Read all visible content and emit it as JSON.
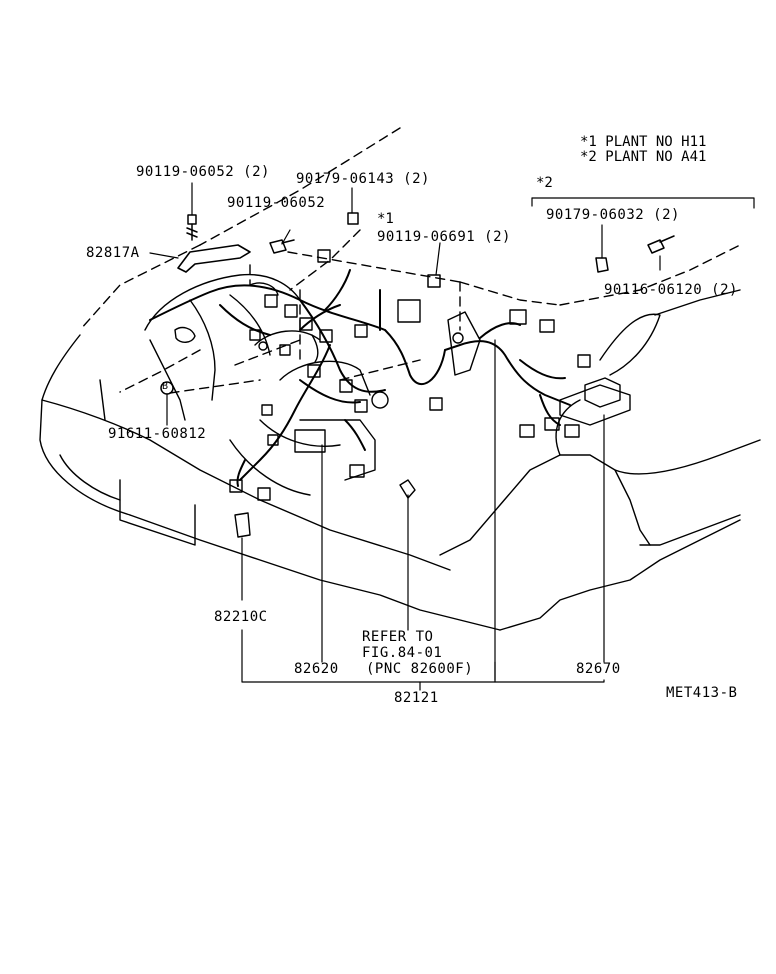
{
  "diagram_id": "MET413-B",
  "legend": {
    "line1": "*1 PLANT NO H11",
    "line2": "*2 PLANT NO A41",
    "group_mark": "*2",
    "mark1": "*1"
  },
  "parts": {
    "p_90119_06052_2": "90119-06052 (2)",
    "p_90179_06143_2": "90179-06143 (2)",
    "p_90119_06052": "90119-06052",
    "p_90119_06691_2": "90119-06691 (2)",
    "p_82817a": "82817A",
    "p_91611_60812": "91611-60812",
    "p_b_marker": "B",
    "p_90179_06032_2": "90179-06032 (2)",
    "p_90116_06120_2": "90116-06120 (2)",
    "p_82210c": "82210C",
    "p_82620": "82620",
    "p_82670": "82670",
    "p_82121": "82121"
  },
  "reference": {
    "line1": "REFER TO",
    "line2": "FIG.84-01",
    "line3": "(PNC 82600F)"
  }
}
